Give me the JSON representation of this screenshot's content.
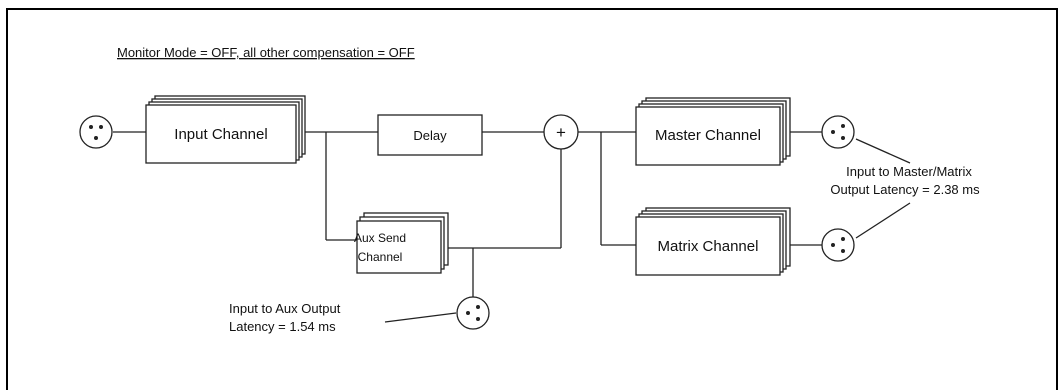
{
  "subtitle": "Monitor Mode = OFF, all other compensation = OFF",
  "blocks": {
    "input_channel": "Input Channel",
    "delay": "Delay",
    "sum": "+",
    "aux_send_line1": "Aux Send",
    "aux_send_line2": "Channel",
    "master_channel": "Master Channel",
    "matrix_channel": "Matrix Channel"
  },
  "annotations": {
    "master_matrix_line1": "Input to Master/Matrix",
    "master_matrix_line2": "Output Latency = 2.38 ms",
    "aux_line1": "Input to Aux Output",
    "aux_line2": "Latency = 1.54 ms"
  },
  "icons": [
    "xlr-input-icon",
    "xlr-output-icon"
  ]
}
